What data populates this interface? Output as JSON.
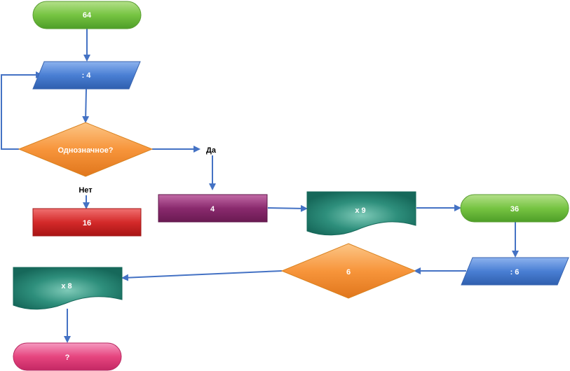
{
  "diagram": {
    "nodes": {
      "start": {
        "label": "64"
      },
      "divide4": {
        "label": ": 4"
      },
      "decision": {
        "label": "Однозначное?"
      },
      "result16": {
        "label": "16"
      },
      "value4": {
        "label": "4"
      },
      "times9": {
        "label": "x 9"
      },
      "value36": {
        "label": "36"
      },
      "divide6": {
        "label": ": 6"
      },
      "value6": {
        "label": "6"
      },
      "times8": {
        "label": "x 8"
      },
      "final": {
        "label": "?"
      }
    },
    "edge_labels": {
      "yes": "Да",
      "no": "Нет"
    }
  },
  "colors": {
    "green": "#70c040",
    "blue": "#4a7fd4",
    "orange": "#f7953b",
    "red": "#d42a2a",
    "purple": "#8a2a6e",
    "teal": "#1f7a6b",
    "pink": "#e6457f",
    "arrow": "#4472c4"
  }
}
